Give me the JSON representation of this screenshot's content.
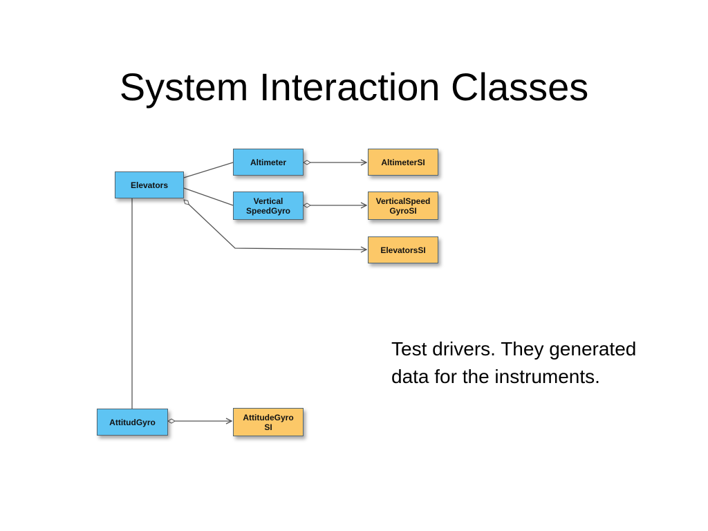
{
  "slide": {
    "title": "System Interaction Classes",
    "note": "Test drivers.  They generated data for the instruments."
  },
  "diagram": {
    "nodes": {
      "elevators": "Elevators",
      "altimeter": "Altimeter",
      "vertical_speed_gyro": "Vertical\nSpeedGyro",
      "altimeter_si": "AltimeterSI",
      "vertical_speed_gyro_si": "VerticalSpeed\nGyroSI",
      "elevators_si": "ElevatorsSI",
      "attitud_gyro": "AttitudGyro",
      "attitude_gyro_si": "AttitudeGyro\nSI"
    },
    "colors": {
      "class_blue": "#5ec4f3",
      "test_driver_orange": "#fcc868",
      "connector": "#555555"
    }
  }
}
